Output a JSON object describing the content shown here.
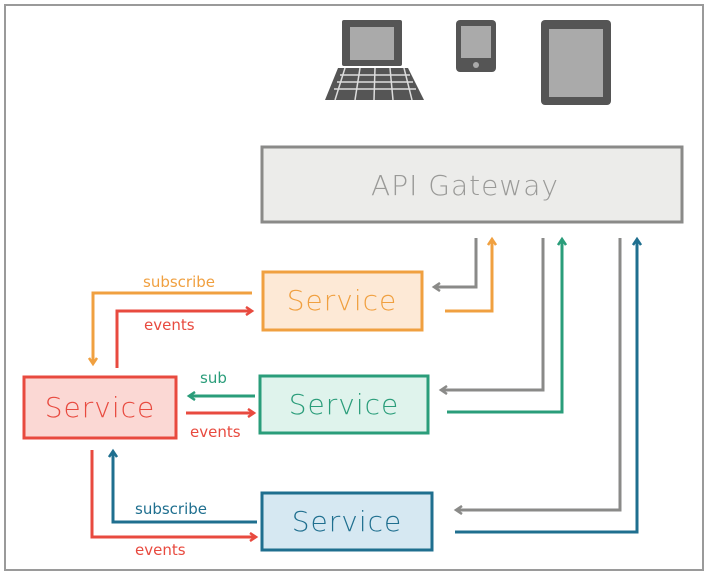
{
  "gateway": {
    "label": "API Gateway"
  },
  "clients": [
    {
      "icon": "laptop-icon"
    },
    {
      "icon": "phone-icon"
    },
    {
      "icon": "tablet-icon"
    }
  ],
  "services": {
    "orange": {
      "label": "Service",
      "color": "#f0a040",
      "fill": "#fde9d6"
    },
    "green": {
      "label": "Service",
      "color": "#2a9d7a",
      "fill": "#dff3ec"
    },
    "red": {
      "label": "Service",
      "color": "#e84a3f",
      "fill": "#fbd8d4"
    },
    "blue": {
      "label": "Service",
      "color": "#1f6f8f",
      "fill": "#d6e8f2"
    }
  },
  "edges": {
    "orange_subscribe": "subscribe",
    "orange_events": "events",
    "green_sub": "sub",
    "green_events": "events",
    "blue_subscribe": "subscribe",
    "blue_events": "events"
  },
  "colors": {
    "gray": "#8a8a88",
    "events": "#e84a3f"
  }
}
